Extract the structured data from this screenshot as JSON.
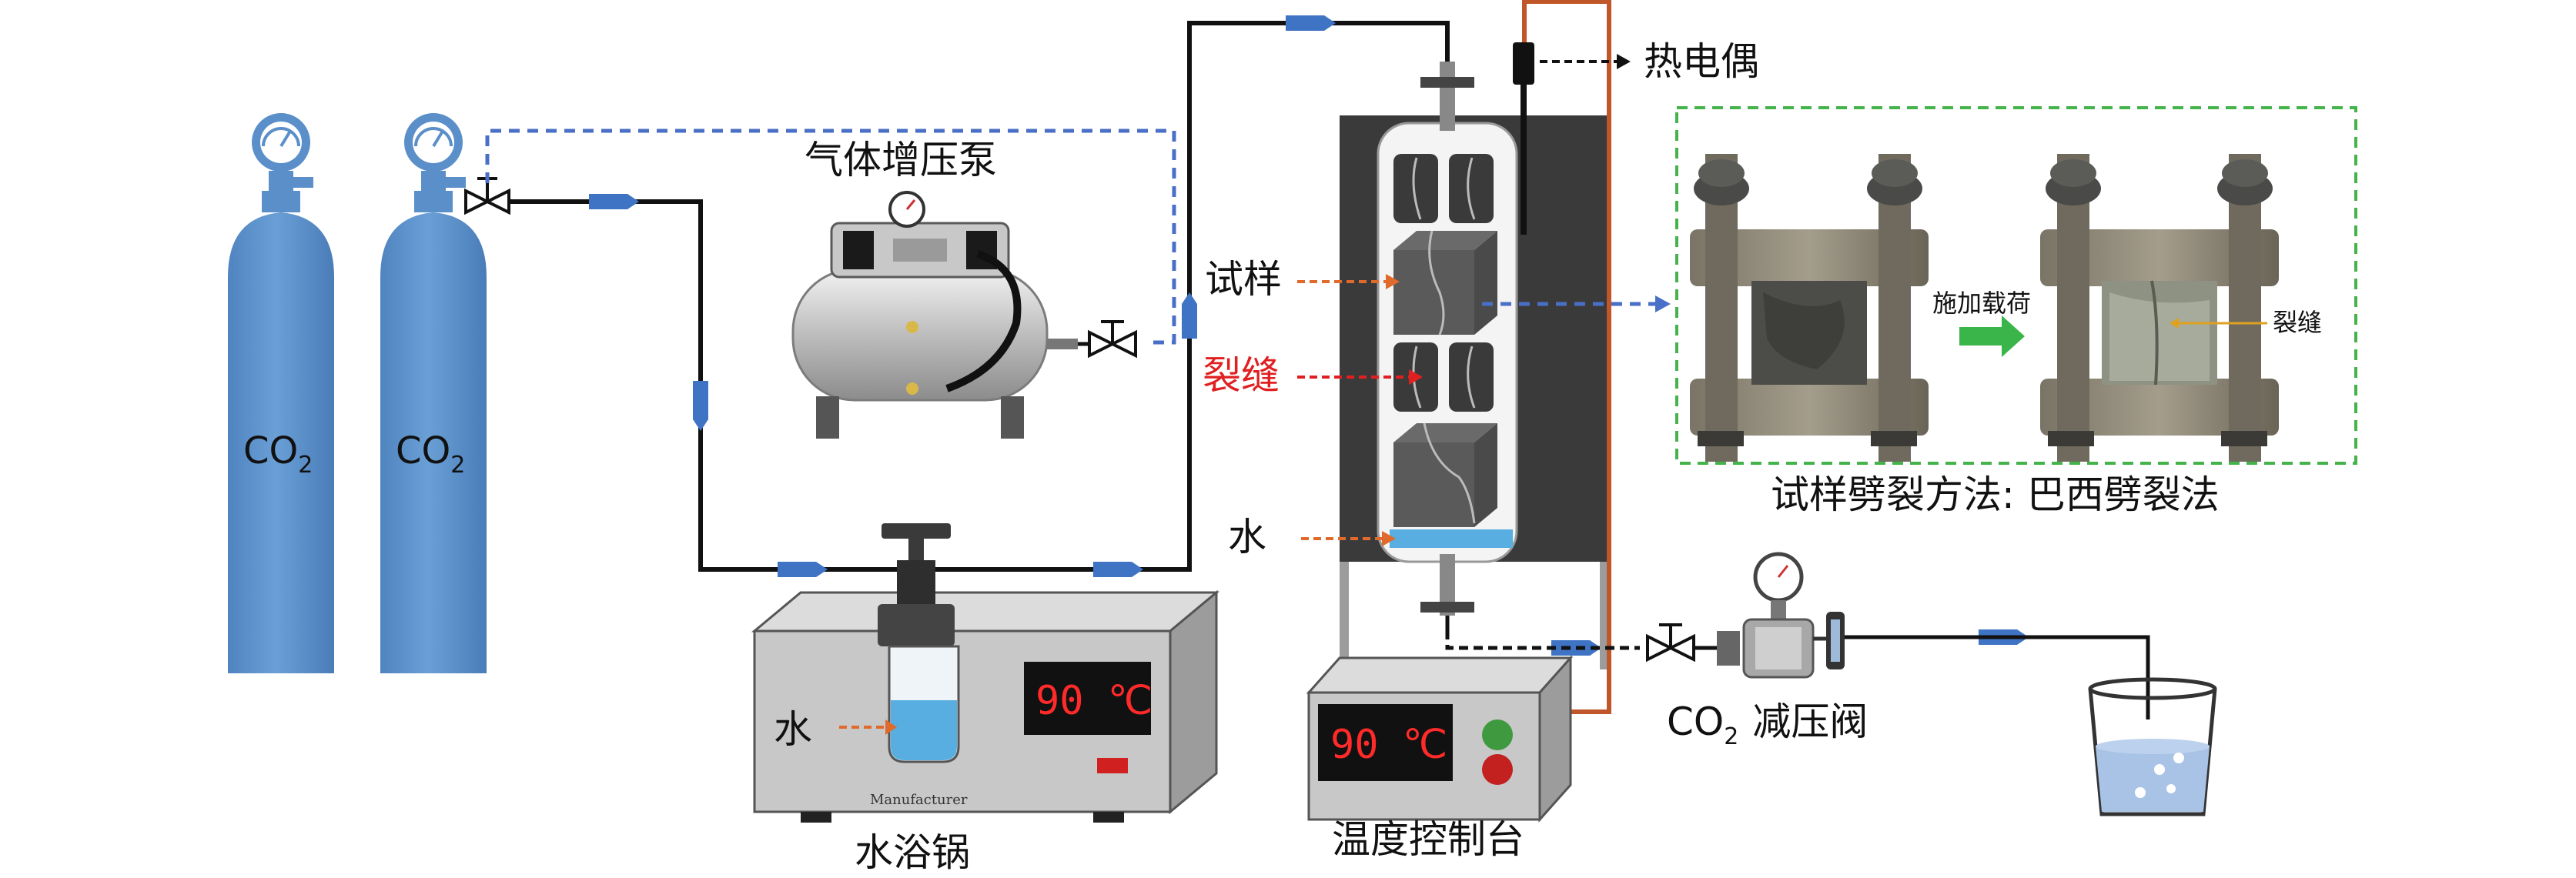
{
  "labels": {
    "co2_tank_a": "CO",
    "co2_tank_b": "CO",
    "co2_subscript": "2",
    "booster_pump": "气体增压泵",
    "sample": "试样",
    "crack": "裂缝",
    "water_vessel": "水",
    "water_bath_inlet": "水",
    "water_bath": "水浴锅",
    "manufacturer": "Manufacturer",
    "bath_display": "90 ℃",
    "control_display": "90 ℃",
    "temperature_console": "温度控制台",
    "thermocouple": "热电偶",
    "reducer_valve_prefix": "CO",
    "reducer_valve_suffix": "减压阀",
    "apply_load": "施加载荷",
    "photo_crack": "裂缝",
    "splitting_method": "试样劈裂方法: 巴西劈裂法"
  },
  "colors": {
    "tank": "#5b8fc9",
    "flow_arrow": "#3f73c4",
    "gas_dashed_line": "#4a6fc7",
    "orange_pointer": "#e06a2c",
    "red_pointer": "#e02020",
    "heater_frame": "#c0572a",
    "green_box": "#44b34a",
    "green_arrow": "#3ab54a",
    "water": "#58aee0",
    "display_text": "#ff2a2a"
  },
  "icons": [
    "gas-cylinder-icon",
    "pressure-gauge-icon",
    "valve-icon",
    "flow-arrow-icon",
    "beaker-icon"
  ]
}
